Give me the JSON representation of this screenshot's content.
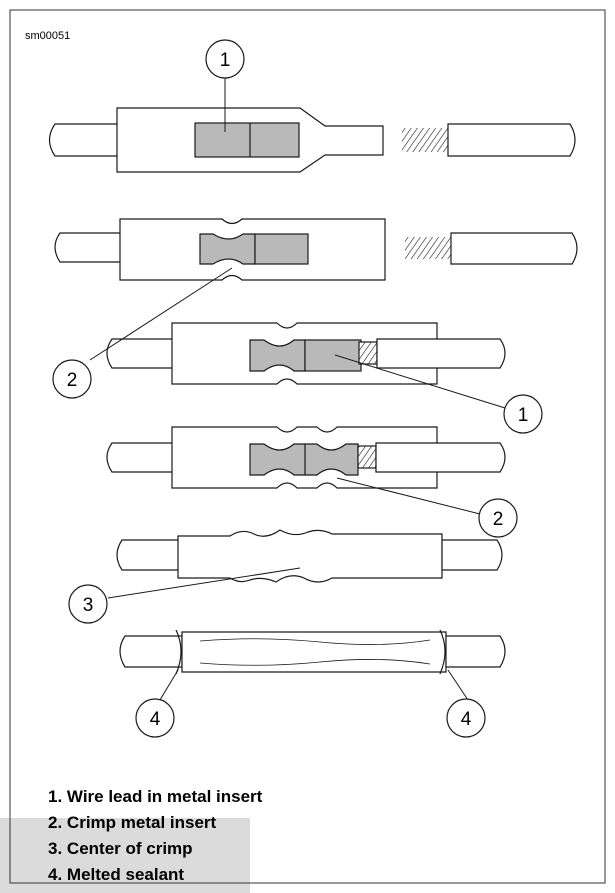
{
  "figure_id": "sm00051",
  "callouts": {
    "c1": "1",
    "c2": "2",
    "c3": "3",
    "c4": "4"
  },
  "legend": [
    {
      "number": "1.",
      "text": "Wire lead in metal insert"
    },
    {
      "number": "2.",
      "text": "Crimp metal insert"
    },
    {
      "number": "3.",
      "text": "Center of crimp"
    },
    {
      "number": "4.",
      "text": "Melted sealant"
    }
  ],
  "colors": {
    "insert_fill": "#b9b9b9",
    "outline": "#1a1a1a",
    "background": "#ffffff",
    "watermark": "#bdbdbd"
  }
}
